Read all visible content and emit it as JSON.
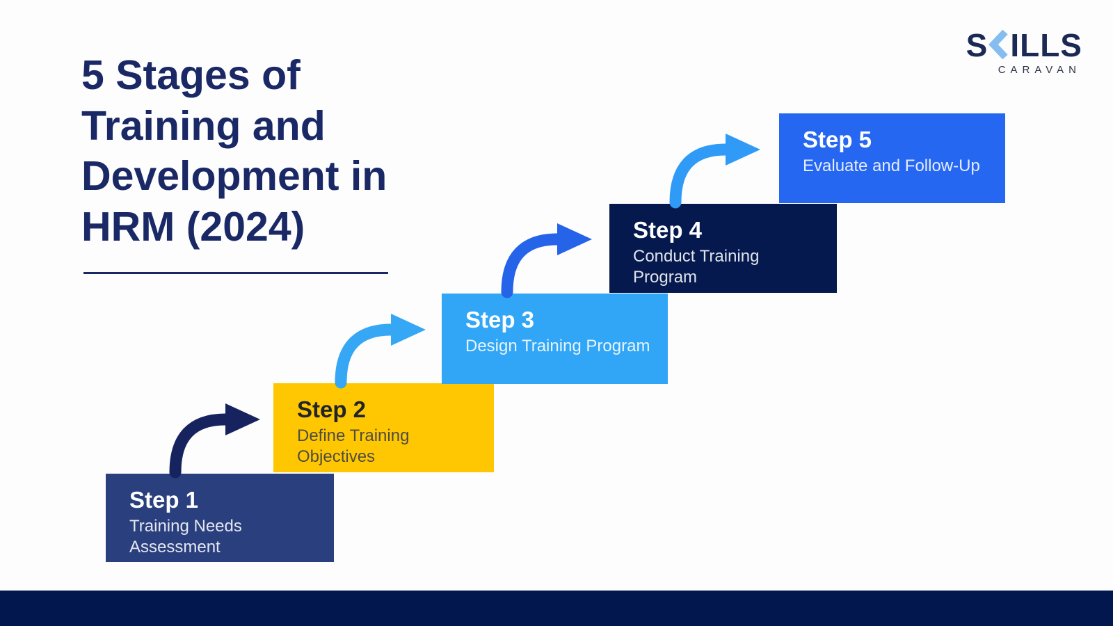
{
  "page": {
    "background_color": "#FDFDFD",
    "footer_bar_color": "#02174E"
  },
  "header": {
    "title_lines": [
      "5 Stages of",
      "Training and",
      "Development in",
      "HRM (2024)"
    ],
    "title_color": "#1A2966"
  },
  "logo": {
    "brand": "Skills Caravan",
    "word_start": "S",
    "word_end": "ILLS",
    "subtitle": "CARAVAN",
    "text_color": "#1B2A55",
    "chevron_color": "#85BDF0"
  },
  "steps": [
    {
      "label": "Step 1",
      "description": "Training Needs Assessment",
      "box_color": "#2A3F7E"
    },
    {
      "label": "Step 2",
      "description": "Define Training Objectives",
      "box_color": "#FFC701"
    },
    {
      "label": "Step 3",
      "description": "Design Training Program",
      "box_color": "#32A6F6"
    },
    {
      "label": "Step 4",
      "description": "Conduct Training Program",
      "box_color": "#05194E"
    },
    {
      "label": "Step 5",
      "description": "Evaluate and Follow-Up",
      "box_color": "#2667F2"
    }
  ],
  "arrows": [
    {
      "from": "Step 1",
      "to": "Step 2",
      "color": "#17235E"
    },
    {
      "from": "Step 2",
      "to": "Step 3",
      "color": "#35A7F5"
    },
    {
      "from": "Step 3",
      "to": "Step 4",
      "color": "#2563E8"
    },
    {
      "from": "Step 4",
      "to": "Step 5",
      "color": "#2F9BF6"
    }
  ]
}
